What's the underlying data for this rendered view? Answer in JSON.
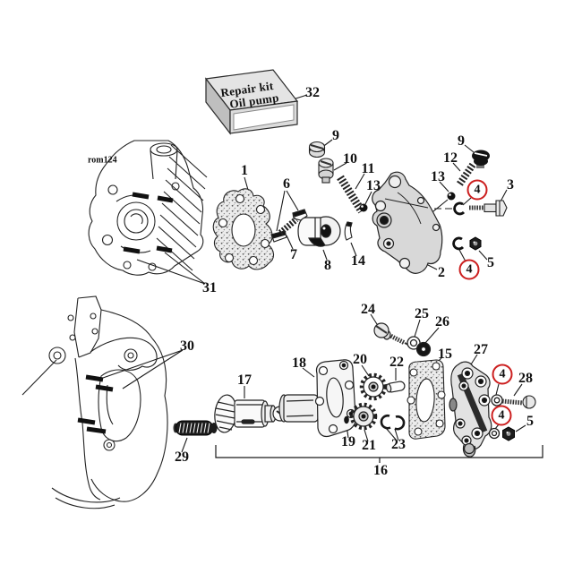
{
  "diagram": {
    "drawing_code": "rom124",
    "kit_box": {
      "title_line1": "Repair kit",
      "title_line2": "Oil pump"
    },
    "colors": {
      "ink": "#1a1a1a",
      "highlight_red": "#cc1f1f",
      "casting_gray": "#d8d8d8",
      "paper": "#ffffff"
    },
    "highlighted_part_number": "4",
    "labels": [
      {
        "text": "32",
        "circled": false
      },
      {
        "text": "31",
        "circled": false
      },
      {
        "text": "1",
        "circled": false
      },
      {
        "text": "6",
        "circled": false
      },
      {
        "text": "7",
        "circled": false
      },
      {
        "text": "8",
        "circled": false
      },
      {
        "text": "9",
        "circled": false
      },
      {
        "text": "10",
        "circled": false
      },
      {
        "text": "11",
        "circled": false
      },
      {
        "text": "13",
        "circled": false
      },
      {
        "text": "14",
        "circled": false
      },
      {
        "text": "2",
        "circled": false
      },
      {
        "text": "9",
        "circled": false
      },
      {
        "text": "12",
        "circled": false
      },
      {
        "text": "13",
        "circled": false
      },
      {
        "text": "4",
        "circled": true
      },
      {
        "text": "3",
        "circled": false
      },
      {
        "text": "4",
        "circled": true
      },
      {
        "text": "5",
        "circled": false
      },
      {
        "text": "30",
        "circled": false
      },
      {
        "text": "29",
        "circled": false
      },
      {
        "text": "24",
        "circled": false
      },
      {
        "text": "25",
        "circled": false
      },
      {
        "text": "26",
        "circled": false
      },
      {
        "text": "15",
        "circled": false
      },
      {
        "text": "27",
        "circled": false
      },
      {
        "text": "17",
        "circled": false
      },
      {
        "text": "18",
        "circled": false
      },
      {
        "text": "20",
        "circled": false
      },
      {
        "text": "22",
        "circled": false
      },
      {
        "text": "19",
        "circled": false
      },
      {
        "text": "21",
        "circled": false
      },
      {
        "text": "23",
        "circled": false
      },
      {
        "text": "4",
        "circled": true
      },
      {
        "text": "28",
        "circled": false
      },
      {
        "text": "4",
        "circled": true
      },
      {
        "text": "5",
        "circled": false
      },
      {
        "text": "16",
        "circled": false
      }
    ]
  }
}
